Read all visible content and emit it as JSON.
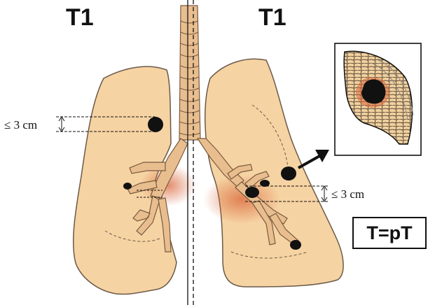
{
  "labels": {
    "left_stage": "T1",
    "right_stage": "T1",
    "left_size": "≤ 3 cm",
    "right_size": "≤ 3 cm",
    "equation": "T=pT"
  },
  "icons": {
    "arrow": "arrow-right-up-icon",
    "dimension": "double-arrow-vertical-icon"
  },
  "colors": {
    "lung": "#F6D3A3",
    "lung_outline": "#6b5a48",
    "airway": "#E9BE8E",
    "airway_shadow": "#D9663A",
    "tumor": "#111111",
    "background": "#FFFFFF"
  }
}
